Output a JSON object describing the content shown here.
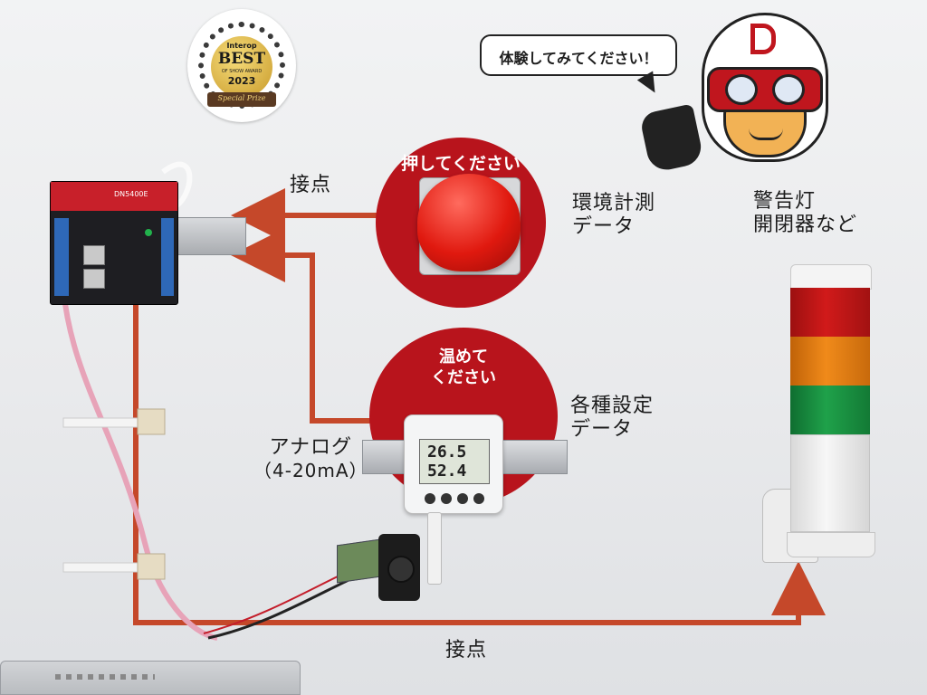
{
  "award": {
    "brand": "Interop",
    "title": "BEST",
    "subtitle": "OF SHOW AWARD",
    "year": "2023",
    "prize": "Special Prize"
  },
  "speech_bubble": "体験してみてください！",
  "controller": {
    "model_label": "DN5400E"
  },
  "labels": {
    "contact_top": "接点",
    "contact_bottom": "接点",
    "env_measure_line1": "環境計測",
    "env_measure_line2": "データ",
    "settings_line1": "各種設定",
    "settings_line2": "データ",
    "analog_line1": "アナログ",
    "analog_line2": "（4-20mA）",
    "warning_line1": "警告灯",
    "warning_line2": "開閉器など"
  },
  "button_circle": {
    "label": "押してください"
  },
  "sensor_circle": {
    "label_line1": "温めて",
    "label_line2": "ください"
  },
  "sensor_display": {
    "temperature": "26.5",
    "humidity": "52.4"
  },
  "colors": {
    "circle_red": "#b8141c",
    "arrow_orange": "#c5482a",
    "lamp_red": "#d11a1a",
    "lamp_orange": "#f08a1a",
    "lamp_green": "#1fa14a"
  }
}
